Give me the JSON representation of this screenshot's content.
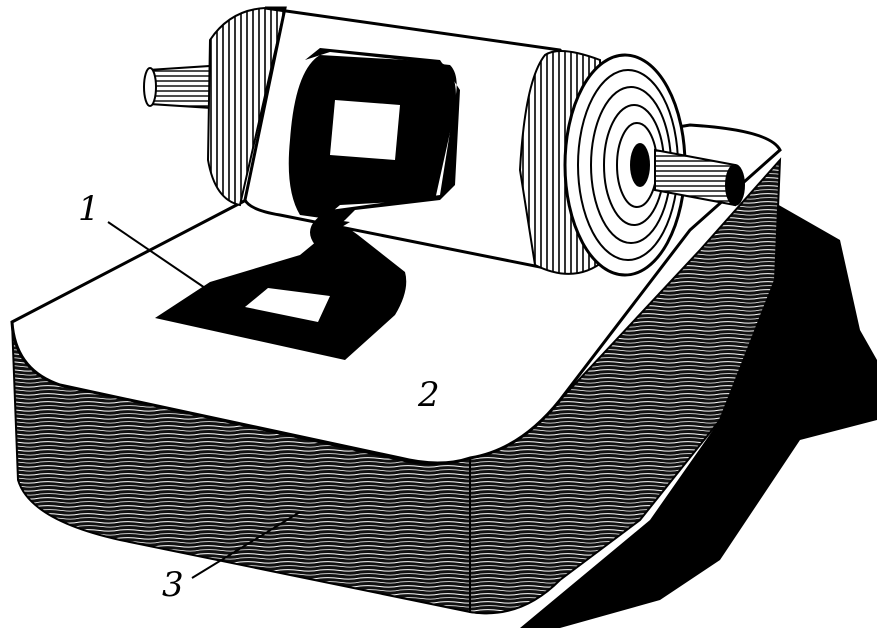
{
  "labels": {
    "item_1": "1",
    "item_2": "2",
    "item_3": "3"
  },
  "colors": {
    "ink": "#000000",
    "paper": "#ffffff"
  }
}
